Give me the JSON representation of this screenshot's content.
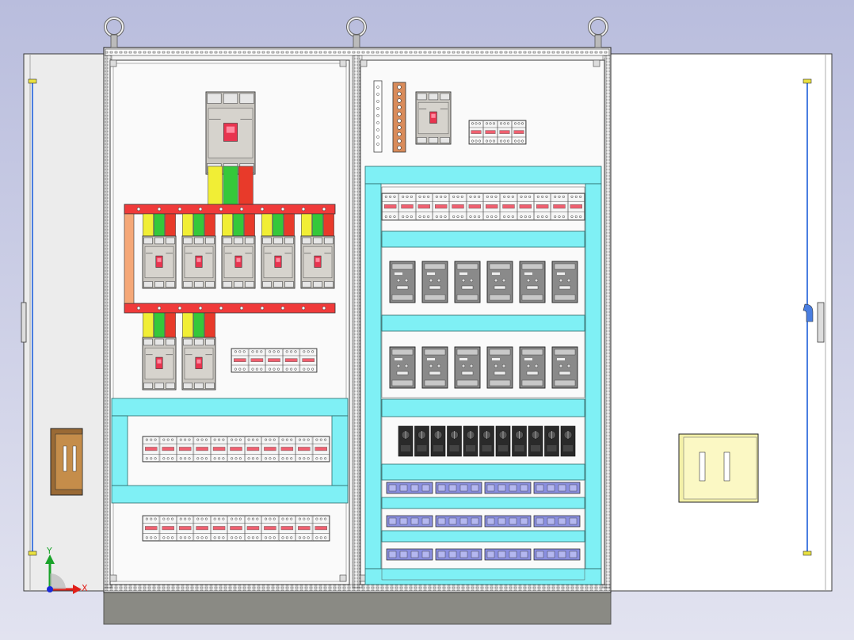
{
  "viewport": {
    "background_top": "#b9bddd",
    "background_bottom": "#e2e3f0",
    "triad": {
      "y_label": "Y",
      "x_label": "X",
      "y_color": "#1aa32a",
      "x_color": "#e0201a",
      "z_color": "#1a2ad8"
    }
  },
  "colors": {
    "panel_fill": "#fafafa",
    "panel_line": "#3a3a3a",
    "door_fill": "#ececec",
    "cyan": "#7ff0f5",
    "busbar_red": "#f03a3a",
    "busbar_salmon": "#f5a878",
    "wire_yellow": "#f1ee35",
    "wire_green": "#35c83a",
    "wire_red": "#e83a2a",
    "breaker_grey": "#c9c6c0",
    "breaker_display": "#e8344f",
    "module_grey": "#8a8a8a",
    "relay_black": "#2a2a2a",
    "terminal_blue": "#8a8fe0",
    "copper": "#d98b5a",
    "handle_blue": "#4a7ee0",
    "left_pocket": "#9a6a35",
    "right_pocket": "#f3f0a8",
    "plinth": "#8a8a84"
  },
  "components": {
    "left_branch_breakers_row1": 5,
    "left_branch_breakers_row2": 2,
    "right_drives_row1": 6,
    "right_drives_row2": 6,
    "right_relays": 11,
    "terminal_rows": 3
  }
}
